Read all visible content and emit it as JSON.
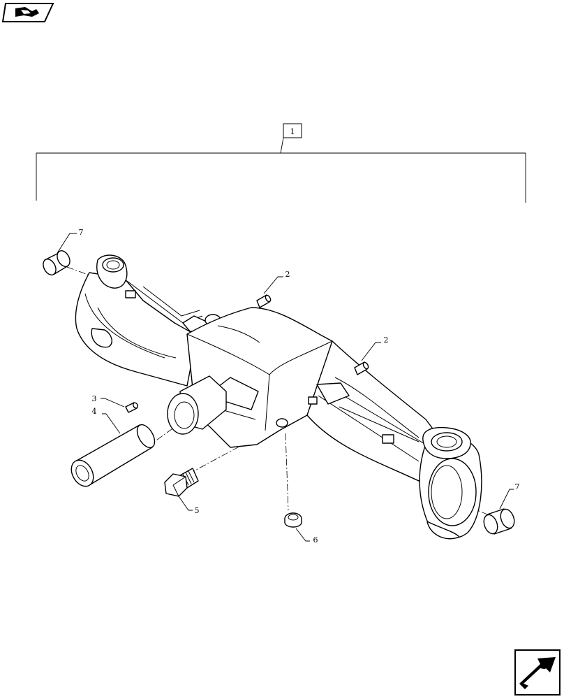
{
  "callouts": {
    "assembly": "1",
    "pin_a": "2",
    "pin_b": "2",
    "pin_small": "3",
    "bushing_large": "4",
    "plug_hex": "5",
    "plug_drain": "6",
    "bushing_left": "7",
    "bushing_right": "7"
  },
  "icons": {
    "corner_top_left": "book-page-icon",
    "corner_bottom_right": "next-page-arrow-icon"
  },
  "colors": {
    "line": "#000000",
    "background": "#ffffff"
  }
}
